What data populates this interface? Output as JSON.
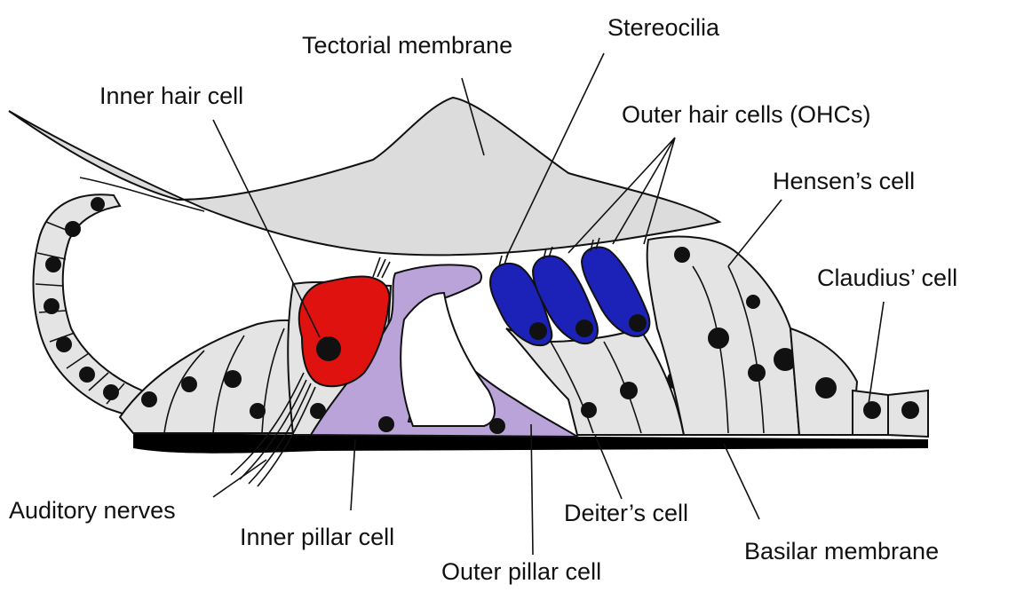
{
  "labels": {
    "tectorial_membrane": "Tectorial membrane",
    "stereocilia": "Stereocilia",
    "inner_hair_cell": "Inner hair cell",
    "outer_hair_cells": "Outer hair cells (OHCs)",
    "hensens_cell": "Hensen’s cell",
    "claudius_cell": "Claudius’ cell",
    "auditory_nerves": "Auditory nerves",
    "inner_pillar_cell": "Inner pillar cell",
    "deiters_cell": "Deiter’s cell",
    "outer_pillar_cell": "Outer pillar cell",
    "basilar_membrane": "Basilar membrane"
  },
  "colors": {
    "inner_hair_cell": "#e0120f",
    "outer_hair_cells": "#1c22b8",
    "pillar_cells": "#b9a3d9",
    "supporting_cells": "#e4e4e4",
    "tectorial_membrane": "#dcdcdc",
    "basilar_membrane": "#000000"
  }
}
